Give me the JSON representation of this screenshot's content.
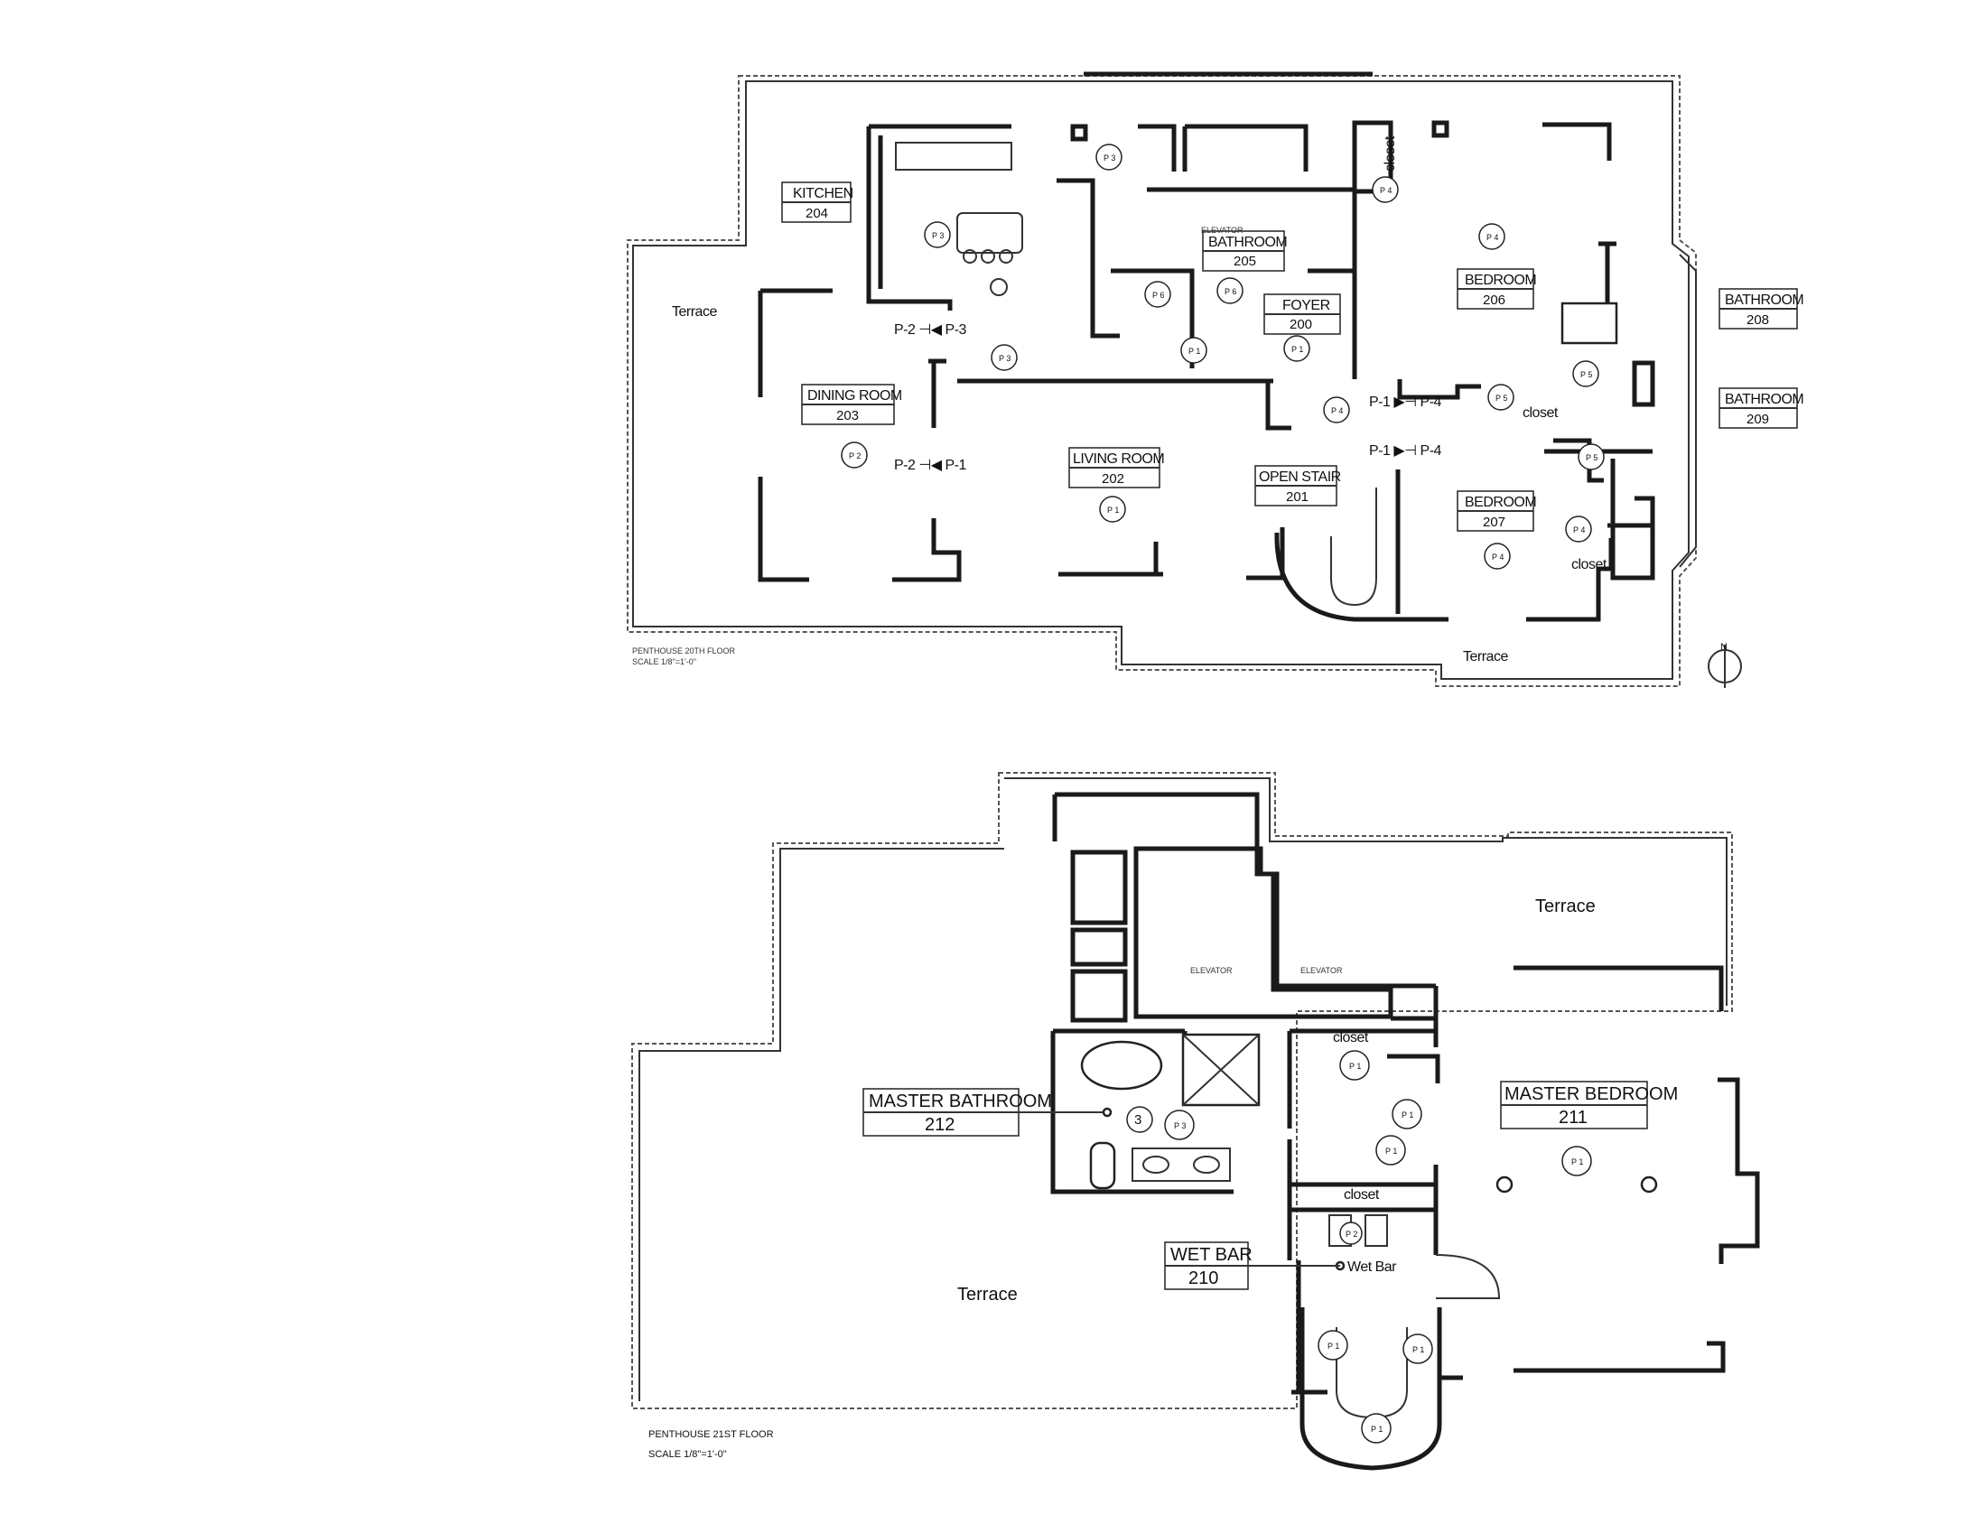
{
  "floor_20": {
    "title": "PENTHOUSE 20TH FLOOR",
    "scale": "SCALE 1/8\"=1'-0\"",
    "rooms": {
      "kitchen": {
        "name": "KITCHEN",
        "num": "204"
      },
      "bathroom_205": {
        "name": "BATHROOM",
        "num": "205"
      },
      "foyer": {
        "name": "FOYER",
        "num": "200"
      },
      "bedroom_206": {
        "name": "BEDROOM",
        "num": "206"
      },
      "bathroom_208": {
        "name": "BATHROOM",
        "num": "208"
      },
      "bathroom_209": {
        "name": "BATHROOM",
        "num": "209"
      },
      "dining": {
        "name": "DINING ROOM",
        "num": "203"
      },
      "living": {
        "name": "LIVING ROOM",
        "num": "202"
      },
      "open_stair": {
        "name": "OPEN STAIR",
        "num": "201"
      },
      "bedroom_207": {
        "name": "BEDROOM",
        "num": "207"
      }
    },
    "terrace_west": "Terrace",
    "terrace_south": "Terrace",
    "closet_a": "closet",
    "closet_b": "closet",
    "closet_c": "closet",
    "elevation_refs": {
      "a": "P-2 ⊣◀ P-3",
      "b": "P-2 ⊣◀ P-1",
      "c": "P-1 ▶⊣ P-4",
      "d": "P-1 ▶⊣ P-4"
    },
    "tags": {
      "p3a": "P 3",
      "p3b": "P 3",
      "p3c": "P 3",
      "p2": "P 2",
      "p1a": "P 1",
      "p1b": "P 1",
      "p1c": "P 1",
      "p4a": "P 4",
      "p4b": "P 4",
      "p4c": "P 4",
      "p4d": "P 4",
      "p4e": "P 4",
      "p6": "P 6",
      "p5a": "P 5",
      "p5b": "P 5",
      "p5c": "P 5",
      "p6b": "P 6"
    },
    "elev_text": "ELEVATOR",
    "north": "N"
  },
  "floor_21": {
    "title": "PENTHOUSE 21ST FLOOR",
    "scale": "SCALE 1/8\"=1'-0\"",
    "rooms": {
      "master_bath": {
        "name": "MASTER BATHROOM",
        "num": "212"
      },
      "master_bed": {
        "name": "MASTER BEDROOM",
        "num": "211"
      },
      "wet_bar": {
        "name": "WET BAR",
        "num": "210"
      }
    },
    "terrace_east": "Terrace",
    "terrace_west": "Terrace",
    "closet_a": "closet",
    "closet_b": "closet",
    "wet_bar_label": "Wet Bar",
    "elev_a": "ELEVATOR",
    "elev_b": "ELEVATOR",
    "marker_3": "3",
    "tags": {
      "p3": "P 3",
      "p1a": "P 1",
      "p1b": "P 1",
      "p1c": "P 1",
      "p1d": "P 1",
      "p1e": "P 1",
      "p1f": "P 1",
      "p1g": "P 1",
      "p2": "P 2"
    }
  }
}
